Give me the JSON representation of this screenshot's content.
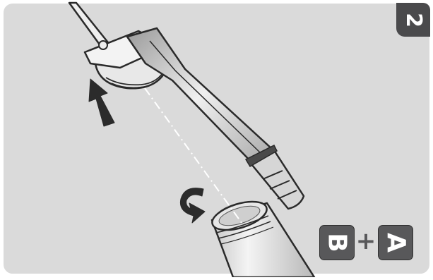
{
  "step_badge": {
    "label": "2"
  },
  "key_combo": {
    "first_key": "B",
    "operator": "+",
    "second_key": "A"
  },
  "colors": {
    "panel_background": "#dadada",
    "outline": "#2a2a2a",
    "badge_fill": "#4a4a4c",
    "key_fill": "#58585a"
  },
  "icons": [
    "push-up-arrow-icon",
    "rotate-arrow-icon"
  ]
}
